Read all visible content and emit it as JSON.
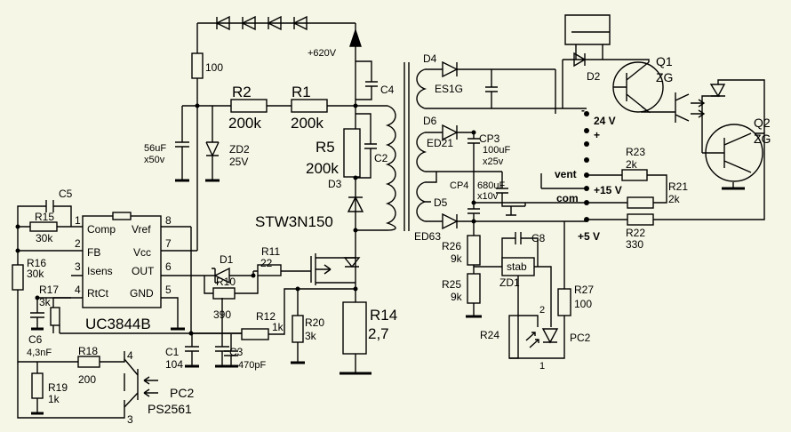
{
  "ic": {
    "name": "UC3844B",
    "pins": {
      "comp": "Comp",
      "fb": "FB",
      "isens": "Isens",
      "rtct": "RtCt",
      "vref": "Vref",
      "vcc": "Vcc",
      "out": "OUT",
      "gnd": "GND",
      "n1": "1",
      "n2": "2",
      "n3": "3",
      "n4": "4",
      "n5": "5",
      "n6": "6",
      "n7": "7",
      "n8": "8"
    }
  },
  "labels": {
    "r100": "100",
    "hv": "+620V",
    "r2": "R2",
    "r2v": "200k",
    "r1": "R1",
    "r1v": "200k",
    "c4": "C4",
    "c56": "56uF",
    "c56v": "x50v",
    "zd2": "ZD2",
    "zd2v": "25V",
    "r5": "R5",
    "r5v": "200k",
    "c2": "C2",
    "d3": "D3",
    "mosfet": "STW3N150",
    "c5": "C5",
    "r15": "R15",
    "r15v": "30k",
    "r16": "R16",
    "r16v": "30k",
    "r17": "R17",
    "r17v": "3k",
    "c6": "C6",
    "c6v": "4,3nF",
    "d1": "D1",
    "r11": "R11",
    "r11v": "22",
    "r10": "R10",
    "r10v": "390",
    "r12": "R12",
    "r12v": "1k",
    "r20": "R20",
    "r20v": "3k",
    "r14": "R14",
    "r14v": "2,7",
    "c1": "C1",
    "c1v": "104",
    "c3": "C3",
    "c3v": "470pF",
    "r18": "R18",
    "r18v": "200",
    "r19": "R19",
    "r19v": "1k",
    "pc2a": "PC2",
    "ps2561": "PS2561",
    "pin3": "3",
    "pin4": "4",
    "d4": "D4",
    "es1g": "ES1G",
    "d6": "D6",
    "ed21": "ED21",
    "cp3": "CP3",
    "cp3v": "100uF",
    "cp3x": "x25v",
    "cp4": "CP4",
    "cp4v": "680uF",
    "cp4x": "x10v",
    "d5": "D5",
    "ed63": "ED63",
    "d2": "D2",
    "q1": "Q1",
    "q1zg": "ZG",
    "q2": "Q2",
    "q2zg": "ZG",
    "minus": "-",
    "v24": "24 V",
    "plus": "+",
    "vent": "vent",
    "v15": "+15 V",
    "com": "com",
    "v5": "+5 V",
    "r23": "R23",
    "r23v": "2k",
    "r21": "R21",
    "r21v": "2k",
    "r22": "R22",
    "r22v": "330",
    "r26": "R26",
    "r26v": "9k",
    "r25": "R25",
    "r25v": "9k",
    "c8": "C8",
    "stab": "stab",
    "zd1": "ZD1",
    "r27": "R27",
    "r27v": "100",
    "r24": "R24",
    "pc2b": "PC2",
    "p2": "2",
    "p1": "1"
  }
}
